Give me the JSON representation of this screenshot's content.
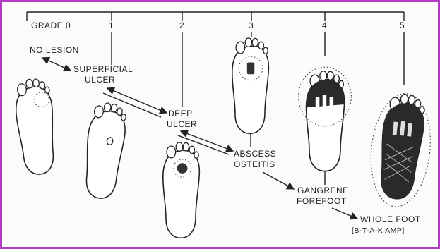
{
  "grade_labels": [
    "GRADE 0",
    "1",
    "2",
    "3",
    "4",
    "5"
  ],
  "stages": {
    "no_lesion": "NO LESION",
    "superficial": [
      "SUPERFICIAL",
      "ULCER"
    ],
    "deep": [
      "DEEP",
      "ULCER"
    ],
    "abscess": [
      "ABSCESS",
      "OSTEITIS"
    ],
    "gangrene": [
      "GANGRENE",
      "FOREFOOT"
    ],
    "whole": [
      "WHOLE FOOT",
      "[B-T-A-K AMP]"
    ]
  },
  "colors": {
    "frame_border": "#b23cc4",
    "ink": "#222222",
    "background": "#fbfbf9"
  }
}
